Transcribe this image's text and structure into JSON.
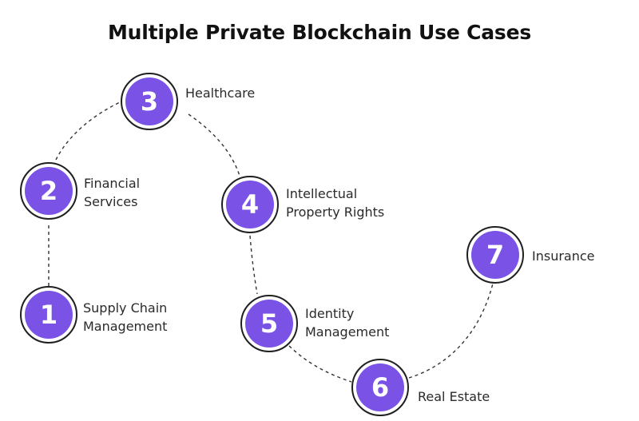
{
  "title": "Multiple Private Blockchain Use Cases",
  "colors": {
    "badge_fill": "#7a53e6",
    "badge_ring": "#1f1f1f",
    "connector": "#333333",
    "text": "#2a2a2a"
  },
  "steps": [
    {
      "number": "1",
      "lines": [
        "Supply Chain",
        "Management"
      ]
    },
    {
      "number": "2",
      "lines": [
        "Financial",
        "Services"
      ]
    },
    {
      "number": "3",
      "lines": [
        "Healthcare"
      ]
    },
    {
      "number": "4",
      "lines": [
        "Intellectual",
        "Property Rights"
      ]
    },
    {
      "number": "5",
      "lines": [
        "Identity",
        "Management"
      ]
    },
    {
      "number": "6",
      "lines": [
        "Real Estate"
      ]
    },
    {
      "number": "7",
      "lines": [
        "Insurance"
      ]
    }
  ]
}
